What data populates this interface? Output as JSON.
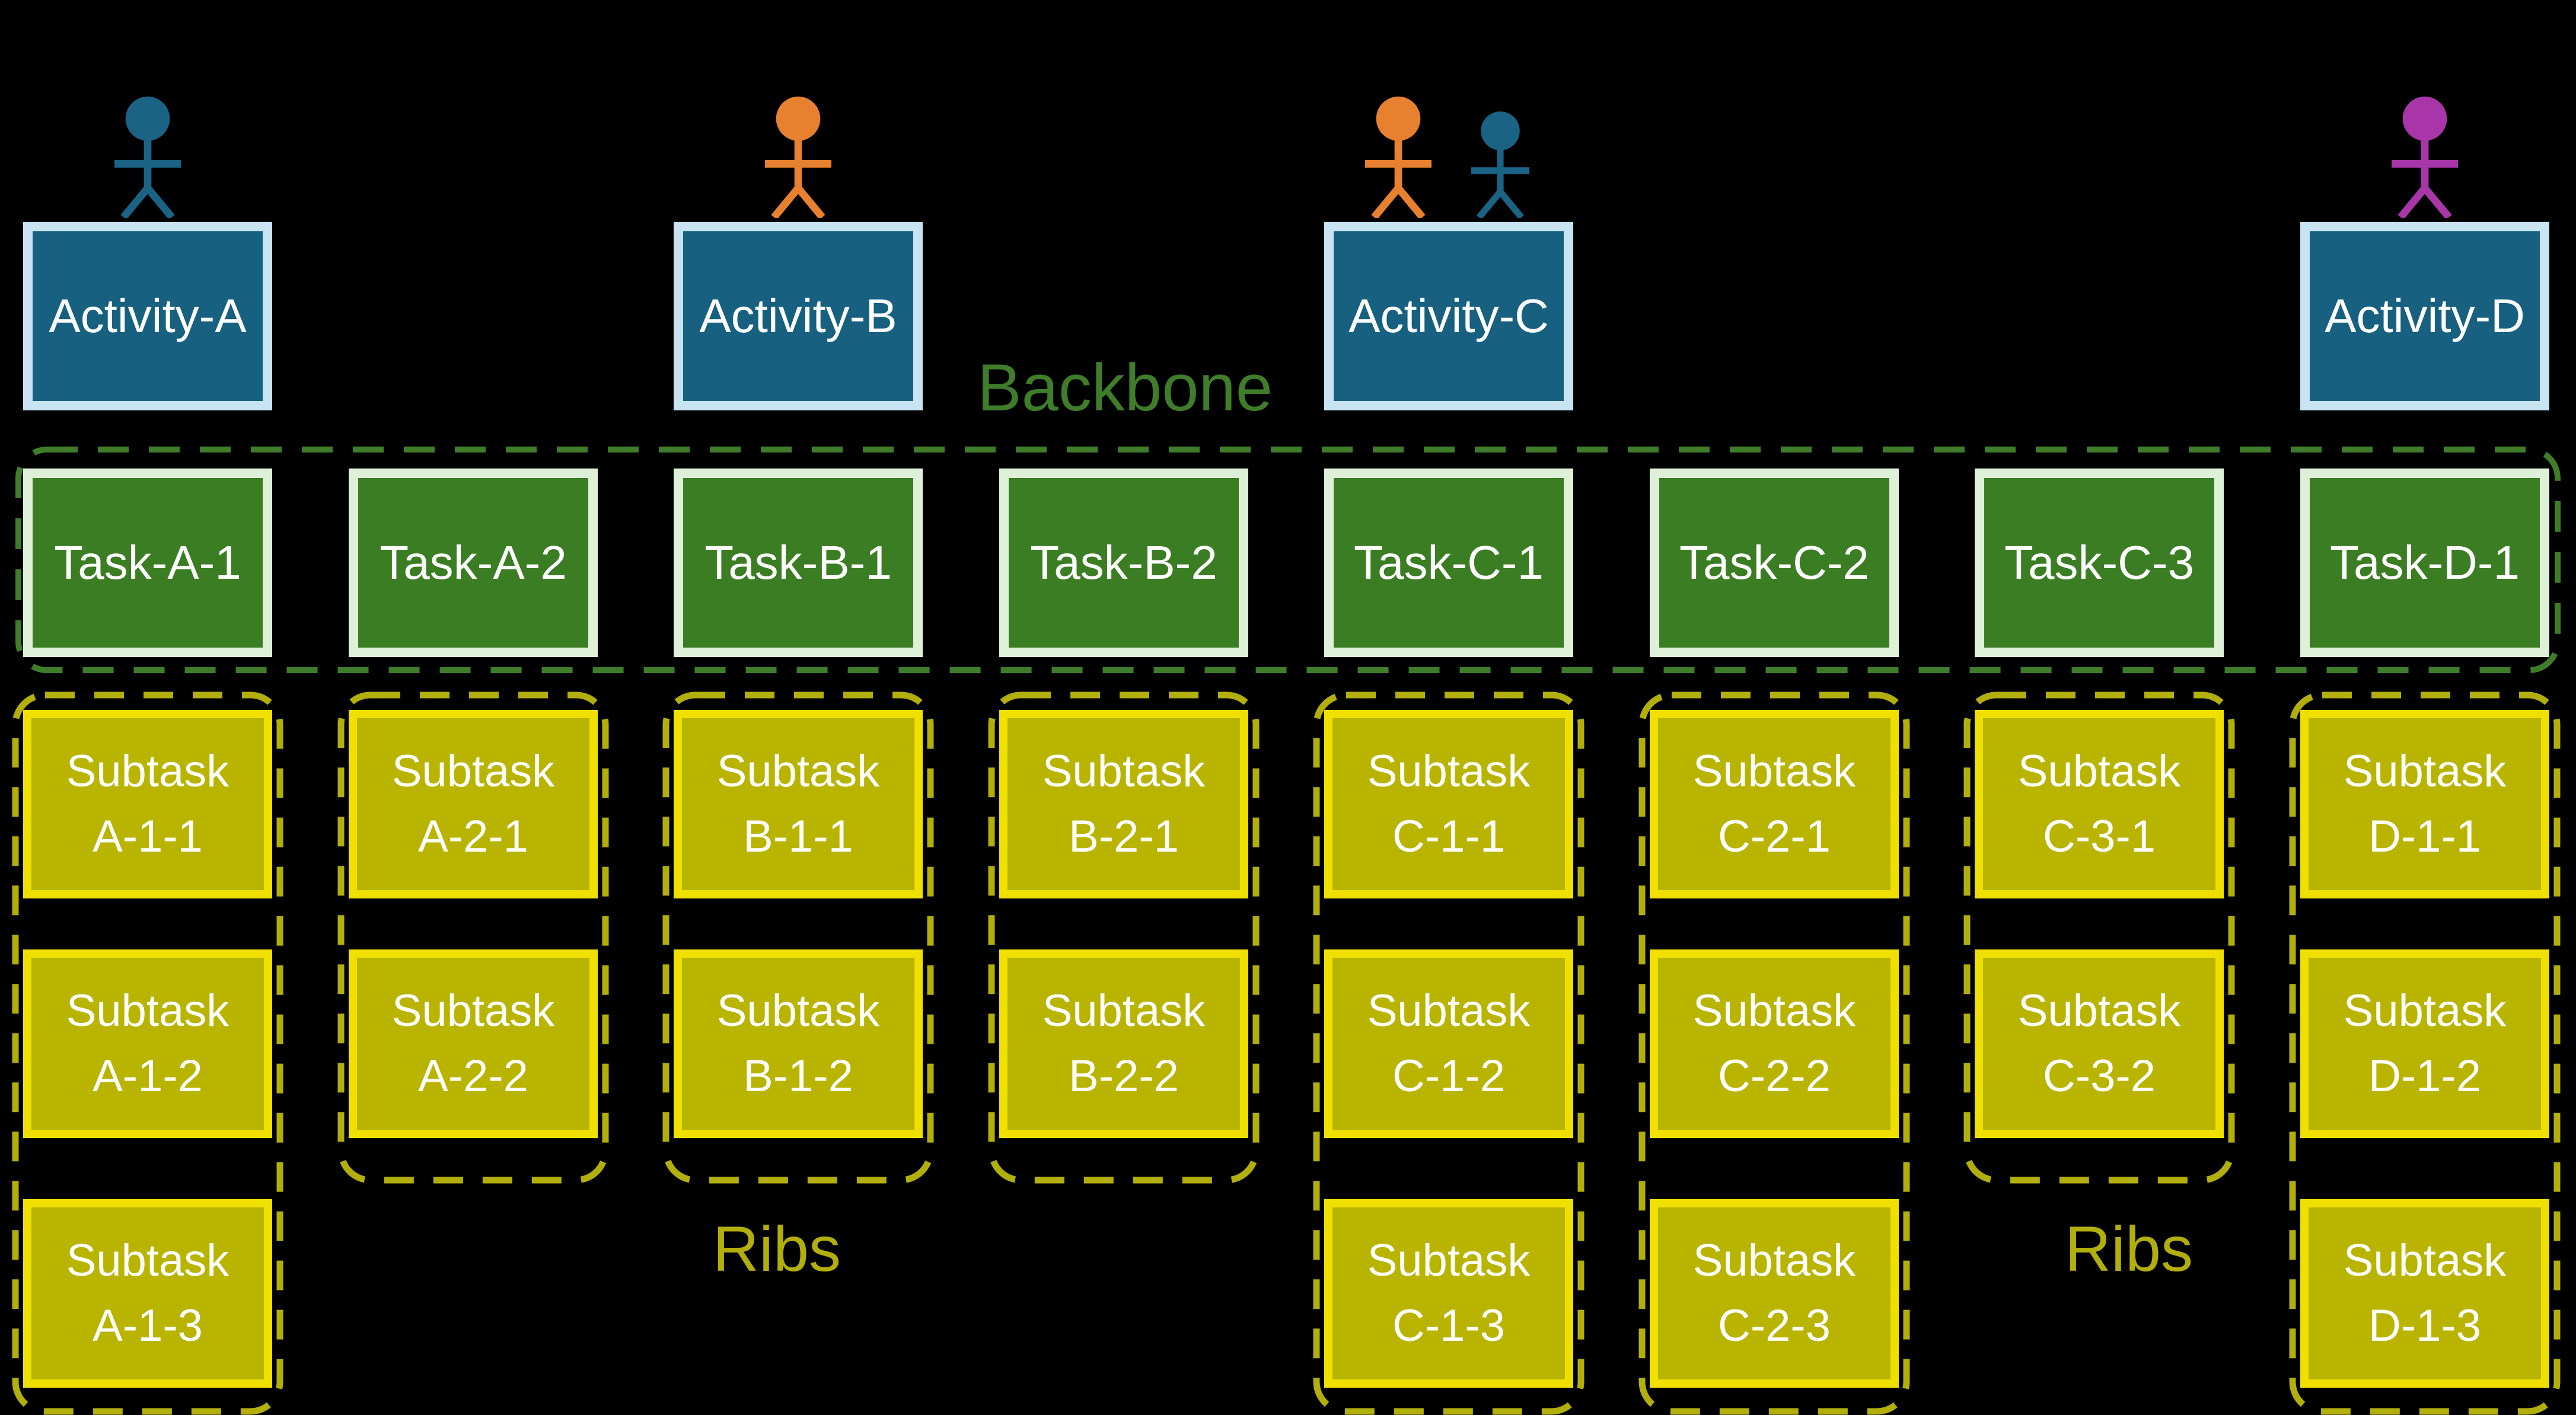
{
  "colors": {
    "background": "#000000",
    "activity_fill": "#17607f",
    "activity_border": "#c8e4f2",
    "task_fill": "#3b7d23",
    "task_border": "#def0d8",
    "subtask_fill": "#b8b400",
    "subtask_border": "#efe000",
    "backbone_green": "#3f7d2b",
    "ribs_yellow": "#b2ae0b",
    "actor_blue": "#1b6384",
    "actor_orange": "#e8812f",
    "actor_purple": "#a936a9",
    "box_text": "#ffffff"
  },
  "labels": {
    "backbone": "Backbone",
    "ribs_left": "Ribs",
    "ribs_right": "Ribs"
  },
  "activities": [
    {
      "label": "Activity-A",
      "column": 0,
      "actors": [
        {
          "icon": "person",
          "color": "blue",
          "size": "standard"
        }
      ]
    },
    {
      "label": "Activity-B",
      "column": 2,
      "actors": [
        {
          "icon": "person",
          "color": "orange",
          "size": "standard"
        }
      ]
    },
    {
      "label": "Activity-C",
      "column": 4,
      "actors": [
        {
          "icon": "person",
          "color": "orange",
          "size": "standard"
        },
        {
          "icon": "person",
          "color": "blue",
          "size": "small"
        }
      ]
    },
    {
      "label": "Activity-D",
      "column": 7,
      "actors": [
        {
          "icon": "person",
          "color": "purple",
          "size": "standard"
        }
      ]
    }
  ],
  "tasks": [
    {
      "label": "Task-A-1"
    },
    {
      "label": "Task-A-2"
    },
    {
      "label": "Task-B-1"
    },
    {
      "label": "Task-B-2"
    },
    {
      "label": "Task-C-1"
    },
    {
      "label": "Task-C-2"
    },
    {
      "label": "Task-C-3"
    },
    {
      "label": "Task-D-1"
    }
  ],
  "rib_groups": [
    {
      "column": 0,
      "open_bottom": true,
      "subtasks": [
        {
          "line1": "Subtask",
          "line2": "A-1-1"
        },
        {
          "line1": "Subtask",
          "line2": "A-1-2"
        },
        {
          "line1": "Subtask",
          "line2": "A-1-3"
        }
      ]
    },
    {
      "column": 1,
      "open_bottom": false,
      "subtasks": [
        {
          "line1": "Subtask",
          "line2": "A-2-1"
        },
        {
          "line1": "Subtask",
          "line2": "A-2-2"
        }
      ]
    },
    {
      "column": 2,
      "open_bottom": false,
      "subtasks": [
        {
          "line1": "Subtask",
          "line2": "B-1-1"
        },
        {
          "line1": "Subtask",
          "line2": "B-1-2"
        }
      ]
    },
    {
      "column": 3,
      "open_bottom": false,
      "subtasks": [
        {
          "line1": "Subtask",
          "line2": "B-2-1"
        },
        {
          "line1": "Subtask",
          "line2": "B-2-2"
        }
      ]
    },
    {
      "column": 4,
      "open_bottom": true,
      "subtasks": [
        {
          "line1": "Subtask",
          "line2": "C-1-1"
        },
        {
          "line1": "Subtask",
          "line2": "C-1-2"
        },
        {
          "line1": "Subtask",
          "line2": "C-1-3"
        }
      ]
    },
    {
      "column": 5,
      "open_bottom": true,
      "subtasks": [
        {
          "line1": "Subtask",
          "line2": "C-2-1"
        },
        {
          "line1": "Subtask",
          "line2": "C-2-2"
        },
        {
          "line1": "Subtask",
          "line2": "C-2-3"
        }
      ]
    },
    {
      "column": 6,
      "open_bottom": false,
      "subtasks": [
        {
          "line1": "Subtask",
          "line2": "C-3-1"
        },
        {
          "line1": "Subtask",
          "line2": "C-3-2"
        }
      ]
    },
    {
      "column": 7,
      "open_bottom": true,
      "subtasks": [
        {
          "line1": "Subtask",
          "line2": "D-1-1"
        },
        {
          "line1": "Subtask",
          "line2": "D-1-2"
        },
        {
          "line1": "Subtask",
          "line2": "D-1-3"
        }
      ]
    }
  ]
}
